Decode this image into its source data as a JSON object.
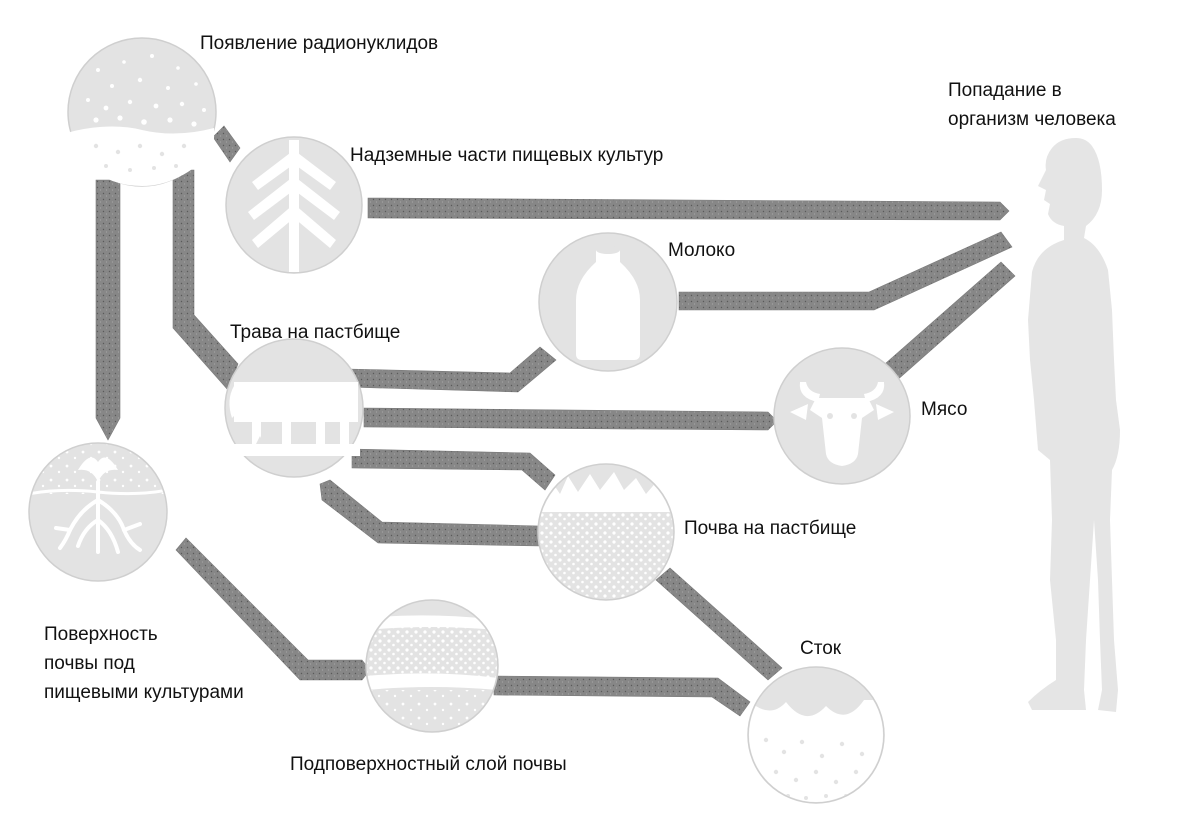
{
  "colors": {
    "arrow": "#878787",
    "circle_fill": "#e3e3e3",
    "circle_stroke": "#cfcfcf",
    "pattern": "#ffffff",
    "person": "#e5e5e5",
    "text": "#111111"
  },
  "labels": {
    "deposition": "Появление радионуклидов",
    "crops": "Надземные части пищевых культур",
    "milk": "Молоко",
    "grass": "Трава на пастбище",
    "meat": "Мясо",
    "pasture_soil": "Почва на пастбище",
    "surface_soil_line1": "Поверхность",
    "surface_soil_line2": "почвы под",
    "surface_soil_line3": "пищевыми культурами",
    "runoff": "Сток",
    "subsurface_soil": "Подповерхностный слой почвы",
    "human_line1": "Попадание в",
    "human_line2": "организм человека"
  },
  "icons": {
    "deposition": "falling-particles-icon",
    "crops": "wheat-ear-icon",
    "milk": "milk-bottle-icon",
    "grass": "grazing-cow-icon",
    "meat": "cow-head-icon",
    "pasture_soil": "grass-on-soil-icon",
    "surface_soil": "plant-roots-icon",
    "subsurface_soil": "soil-layers-icon",
    "runoff": "runoff-water-icon",
    "human": "human-silhouette-icon"
  }
}
